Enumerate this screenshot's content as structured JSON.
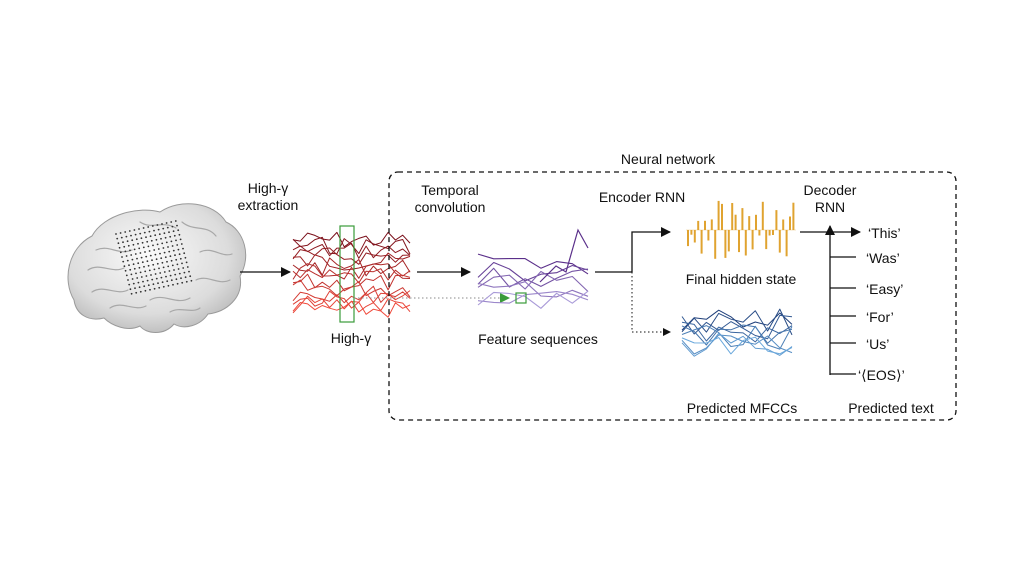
{
  "labels": {
    "extraction_line1": "High-γ",
    "extraction_line2": "extraction",
    "high_gamma": "High-γ",
    "neural_network": "Neural network",
    "temporal_line1": "Temporal",
    "temporal_line2": "convolution",
    "encoder": "Encoder RNN",
    "decoder_line1": "Decoder",
    "decoder_line2": "RNN",
    "final_hidden": "Final hidden state",
    "feature_sequences": "Feature sequences",
    "predicted_mfccs": "Predicted MFCCs",
    "predicted_text": "Predicted text"
  },
  "words": [
    "‘This’",
    "‘Was’",
    "‘Easy’",
    "‘For’",
    "‘Us’",
    "‘⟨EOS⟩’"
  ],
  "colors": {
    "high_gamma_dark": "#7a0f1a",
    "high_gamma_light": "#f04a3c",
    "feature_dark": "#5a2f8a",
    "feature_light": "#a99ad8",
    "hidden_state": "#e0a330",
    "mfcc_dark": "#1f3f7a",
    "mfcc_light": "#6aa8dc",
    "window_green": "#3a9b3a",
    "electrode_grid": "#333333"
  },
  "icons": {
    "brain": "brain-icon",
    "electrodes": "electrode-grid-icon"
  }
}
